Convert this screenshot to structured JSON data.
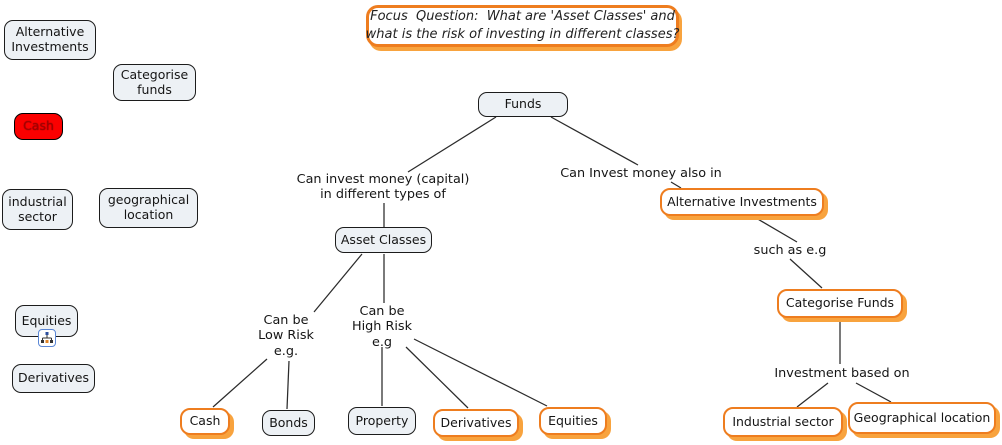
{
  "colors": {
    "orange": "#EE7D1F",
    "orange_shadow": "#F8A33E",
    "node_fill": "#EDF1F5",
    "node_border": "#1C1C1C",
    "red_fill": "#FB0000",
    "red_text": "#A50000",
    "line": "#2B2B2B"
  },
  "focus_question": {
    "text": "Focus  Question:  What are 'Asset Classes' and\nwhat is the risk of investing in different classes?"
  },
  "parked_nodes": {
    "alternative_investments": "Alternative\nInvestments",
    "categorise_funds": "Categorise\nfunds",
    "cash": "Cash",
    "industrial_sector": "industrial\nsector",
    "geographical_location": "geographical\nlocation",
    "equities": "Equities",
    "derivatives": "Derivatives"
  },
  "nodes": {
    "funds": "Funds",
    "asset_classes": "Asset Classes",
    "cash": "Cash",
    "bonds": "Bonds",
    "property": "Property",
    "derivatives": "Derivatives",
    "equities": "Equities",
    "alternative_investments": "Alternative Investments",
    "categorise_funds": "Categorise Funds",
    "industrial_sector": "Industrial sector",
    "geographical_location": "Geographical location"
  },
  "linking_phrases": {
    "invest_capital": "Can invest money (capital)\nin different types of",
    "invest_also": "Can Invest money also in",
    "low_risk": "Can be\nLow Risk\ne.g.",
    "high_risk": "Can be\nHigh Risk\ne.g",
    "such_as": "such as e.g",
    "investment_based": "Investment based on"
  },
  "icons": {
    "linked_cmap": "linked-cmap-icon"
  }
}
